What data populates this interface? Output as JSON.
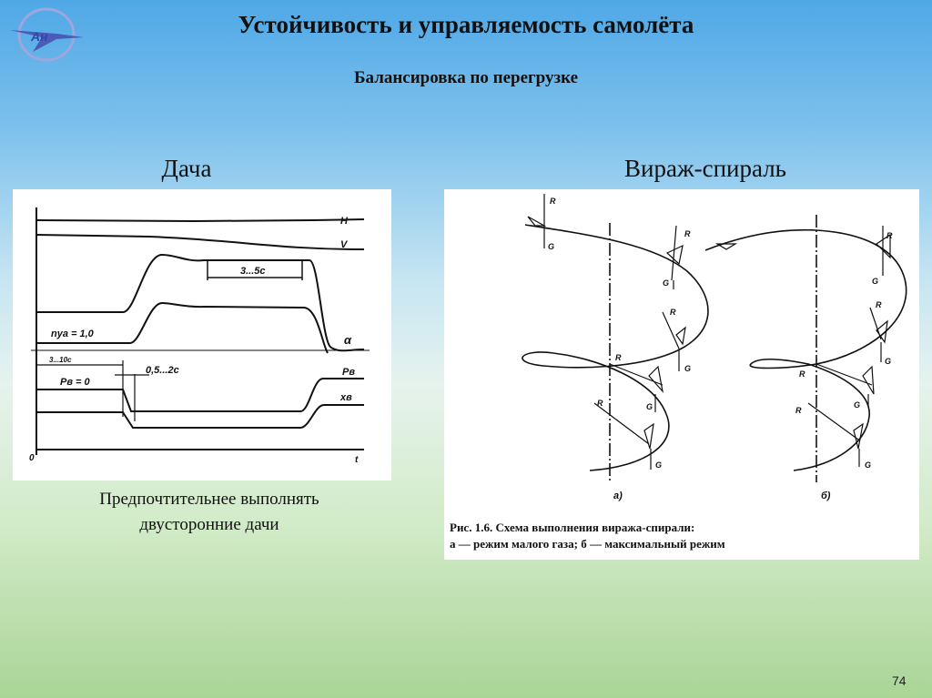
{
  "slide": {
    "title": "Устойчивость и управляемость  самолёта",
    "subtitle": "Балансировка по перегрузке",
    "page_number": "74",
    "logo_text": "Ан"
  },
  "left_panel": {
    "heading": "Дача",
    "note_line1": "Предпочтительнее выполнять",
    "note_line2": "двусторонние дачи",
    "figure_labels": {
      "H": "H",
      "V": "V",
      "alpha": "α",
      "ny": "nya = 1,0",
      "hold_time": "3...5c",
      "delay": "0,5...2c",
      "pv": "Pв = 0",
      "pv_curve": "Pв",
      "xv_curve": "xв",
      "origin": "0",
      "t": "t",
      "pre_time": "3...10c"
    }
  },
  "right_panel": {
    "heading": "Вираж-спираль",
    "force_R": "R",
    "force_G": "G",
    "label_a": "а)",
    "label_b": "б)",
    "caption_line1": "Рис. 1.6. Схема выполнения виража-спирали:",
    "caption_line2": "а — режим малого газа; б — максимальный режим"
  },
  "colors": {
    "bg_top": "#4fa8e6",
    "bg_bottom": "#a9d596",
    "ink": "#111111"
  }
}
